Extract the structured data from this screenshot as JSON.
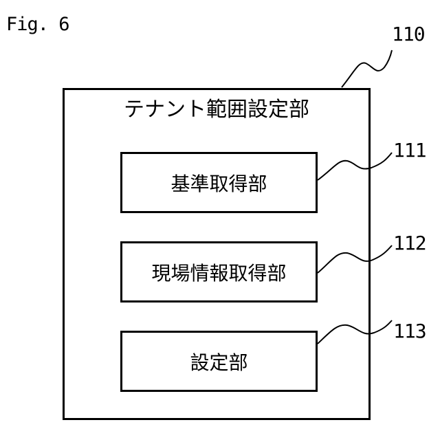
{
  "figure_label": "Fig. 6",
  "outer_block": {
    "ref": "110",
    "title": "テナント範囲設定部"
  },
  "inner_blocks": [
    {
      "ref": "111",
      "label": "基準取得部"
    },
    {
      "ref": "112",
      "label": "現場情報取得部"
    },
    {
      "ref": "113",
      "label": "設定部"
    }
  ]
}
